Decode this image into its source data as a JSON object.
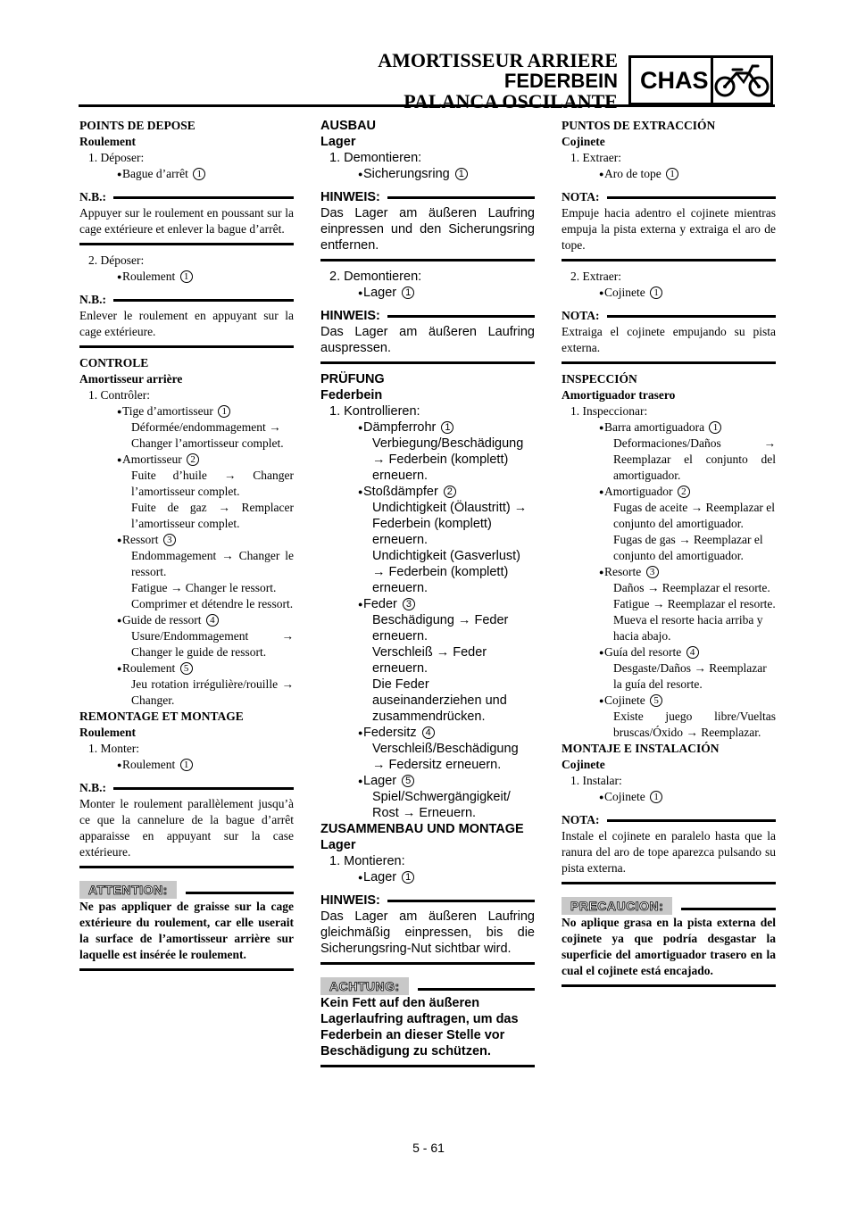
{
  "header": {
    "title1": "AMORTISSEUR ARRIERE",
    "title2": "FEDERBEIN",
    "title3": "PALANCA OSCILANTE",
    "section_code": "CHAS",
    "section_icon": "motorcycle-icon"
  },
  "fr": {
    "h1": "POINTS DE DEPOSE",
    "h2": "Roulement",
    "s1": "1.  Déposer:",
    "s1a": "Bague d’arrêt",
    "nb1_label": "N.B.:",
    "nb1_text": "Appuyer sur le roulement en poussant sur la cage extérieure et enlever la bague d’arrêt.",
    "s2": "2.  Déposer:",
    "s2a": "Roulement",
    "nb2_label": "N.B.:",
    "nb2_text": "Enlever le roulement en appuyant sur la cage extérieure.",
    "h3": "CONTROLE",
    "h4": "Amortisseur arrière",
    "s3": "1.  Contrôler:",
    "i1a": "Tige d’amortisseur",
    "i1b": "Déformée/endommagement → Changer l’amortisseur complet.",
    "i2a": "Amortisseur",
    "i2b": "Fuite d’huile → Changer l’amortisseur complet.",
    "i2c": "Fuite de gaz → Remplacer l’amortisseur complet.",
    "i3a": "Ressort",
    "i3b": "Endommagement → Changer le ressort.",
    "i3c": "Fatigue → Changer le ressort.",
    "i3d": "Comprimer et détendre le ressort.",
    "i4a": "Guide de ressort",
    "i4b": "Usure/Endommagement → Changer le guide de ressort.",
    "i5a": "Roulement",
    "i5b": "Jeu rotation irrégulière/rouille → Changer.",
    "h5": "REMONTAGE ET MONTAGE",
    "h6": "Roulement",
    "s4": "1.  Monter:",
    "s4a": "Roulement",
    "nb3_label": "N.B.:",
    "nb3_text": "Monter le roulement parallèlement jusqu’à ce que la cannelure de la bague d’arrêt apparaisse en appuyant sur la case extérieure.",
    "warn_label": "ATTENTION:",
    "warn_text": "Ne pas appliquer de graisse sur la cage extérieure du roulement, car elle userait la surface de l’amortisseur arrière sur laquelle est insérée le roulement."
  },
  "de": {
    "h1": "AUSBAU",
    "h2": "Lager",
    "s1": "1.  Demontieren:",
    "s1a": "Sicherungsring",
    "nb1_label": "HINWEIS:",
    "nb1_text": "Das Lager am äußeren Laufring einpressen und den Sicherungsring entfernen.",
    "s2": "2.  Demontieren:",
    "s2a": "Lager",
    "nb2_label": "HINWEIS:",
    "nb2_text": "Das Lager am äußeren Laufring auspressen.",
    "h3": "PRÜFUNG",
    "h4": "Federbein",
    "s3": "1.  Kontrollieren:",
    "i1a": "Dämpferrohr",
    "i1b": "Verbiegung/Beschädigung → Federbein (komplett) erneuern.",
    "i2a": "Stoßdämpfer",
    "i2b": "Undichtigkeit (Ölaustritt) → Federbein (komplett) erneuern.",
    "i2c": "Undichtigkeit (Gasverlust) → Federbein (komplett) erneuern.",
    "i3a": "Feder",
    "i3b": "Beschädigung → Feder erneuern.",
    "i3c": "Verschleiß → Feder erneuern.",
    "i3d": "Die Feder auseinanderziehen und zusammendrücken.",
    "i4a": "Federsitz",
    "i4b": "Verschleiß/Beschädigung → Federsitz erneuern.",
    "i5a": "Lager",
    "i5b": "Spiel/Schwergängigkeit/ Rost → Erneuern.",
    "h5": "ZUSAMMENBAU UND MONTAGE",
    "h6": "Lager",
    "s4": "1.  Montieren:",
    "s4a": "Lager",
    "nb3_label": "HINWEIS:",
    "nb3_text": "Das Lager am äußeren Laufring gleichmäßig einpressen, bis die Sicherungsring-Nut sichtbar wird.",
    "warn_label": "ACHTUNG:",
    "warn_text": "Kein Fett auf den äußeren Lagerlaufring auftragen, um das Federbein an dieser Stelle vor Beschädigung zu schützen."
  },
  "es": {
    "h1": "PUNTOS DE EXTRACCIÓN",
    "h2": "Cojinete",
    "s1": "1.  Extraer:",
    "s1a": "Aro de tope",
    "nb1_label": "NOTA:",
    "nb1_text": "Empuje hacia adentro el cojinete mientras empuja la pista externa y extraiga el aro de tope.",
    "s2": "2.  Extraer:",
    "s2a": "Cojinete",
    "nb2_label": "NOTA:",
    "nb2_text": "Extraiga el cojinete empujando su pista externa.",
    "h3": "INSPECCIÓN",
    "h4": "Amortiguador trasero",
    "s3": "1.  Inspeccionar:",
    "i1a": "Barra amortiguadora",
    "i1b": "Deformaciones/Daños → Reemplazar el conjunto del amortiguador.",
    "i2a": "Amortiguador",
    "i2b": "Fugas de aceite → Reemplazar el conjunto del amortiguador.",
    "i2c": "Fugas de gas → Reemplazar el conjunto del amortiguador.",
    "i3a": "Resorte",
    "i3b": "Daños → Reemplazar el resorte.",
    "i3c": "Fatigue → Reemplazar el resorte.",
    "i3d": "Mueva el resorte hacia arriba y hacia abajo.",
    "i4a": "Guía del resorte",
    "i4b": "Desgaste/Daños → Reemplazar la guía del resorte.",
    "i5a": "Cojinete",
    "i5b": "Existe juego libre/Vueltas bruscas/Óxido → Reemplazar.",
    "h5": "MONTAJE E INSTALACIÓN",
    "h6": "Cojinete",
    "s4": "1.  Instalar:",
    "s4a": "Cojinete",
    "nb3_label": "NOTA:",
    "nb3_text": "Instale el cojinete en paralelo hasta que la ranura del aro de tope aparezca pulsando su pista externa.",
    "warn_label": "PRECAUCION:",
    "warn_text": "No aplique grasa en la pista externa del cojinete ya que podría desgastar la superficie del amortiguador trasero en la cual el cojinete está encajado."
  },
  "markers": {
    "n1": "1",
    "n2": "2",
    "n3": "3",
    "n4": "4",
    "n5": "5"
  },
  "footer": {
    "page": "5 - 61"
  }
}
